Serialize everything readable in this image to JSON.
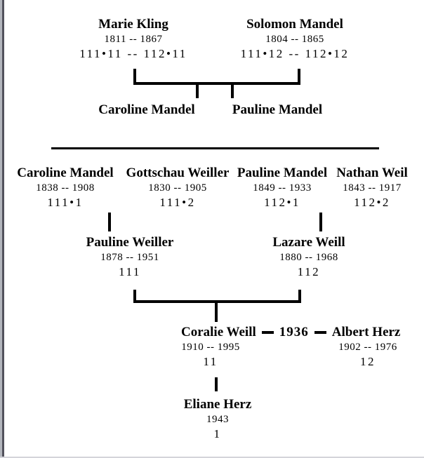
{
  "page": {
    "background": "#ffffff",
    "edge_light_color": "#b3b6bd",
    "edge_dark_color": "#52525c",
    "line_color": "#000000",
    "text_color": "#000000"
  },
  "people": {
    "marie_kling": {
      "name": "Marie Kling",
      "dates": "1811 -- 1867",
      "code": "111•11 -- 112•11"
    },
    "solomon_mandel": {
      "name": "Solomon Mandel",
      "dates": "1804 -- 1865",
      "code": "111•12 -- 112•12"
    },
    "caroline_child": {
      "name": "Caroline Mandel"
    },
    "pauline_child": {
      "name": "Pauline Mandel"
    },
    "caroline_mandel": {
      "name": "Caroline Mandel",
      "dates": "1838 -- 1908",
      "code": "111•1"
    },
    "gottschau_weiller": {
      "name": "Gottschau Weiller",
      "dates": "1830 -- 1905",
      "code": "111•2"
    },
    "pauline_mandel": {
      "name": "Pauline Mandel",
      "dates": "1849 -- 1933",
      "code": "112•1"
    },
    "nathan_weil": {
      "name": "Nathan Weil",
      "dates": "1843 -- 1917",
      "code": "112•2"
    },
    "pauline_weiller": {
      "name": "Pauline Weiller",
      "dates": "1878 -- 1951",
      "code": "111"
    },
    "lazare_weill": {
      "name": "Lazare Weill",
      "dates": "1880 -- 1968",
      "code": "112"
    },
    "coralie_weill": {
      "name": "Coralie Weill",
      "dates": "1910 -- 1995",
      "code": "11"
    },
    "albert_herz": {
      "name": "Albert Herz",
      "dates": "1902 -- 1976",
      "code": "12"
    },
    "eliane_herz": {
      "name": "Eliane Herz",
      "dates": "1943",
      "code": "1"
    }
  },
  "marriage": {
    "year": "1936"
  }
}
